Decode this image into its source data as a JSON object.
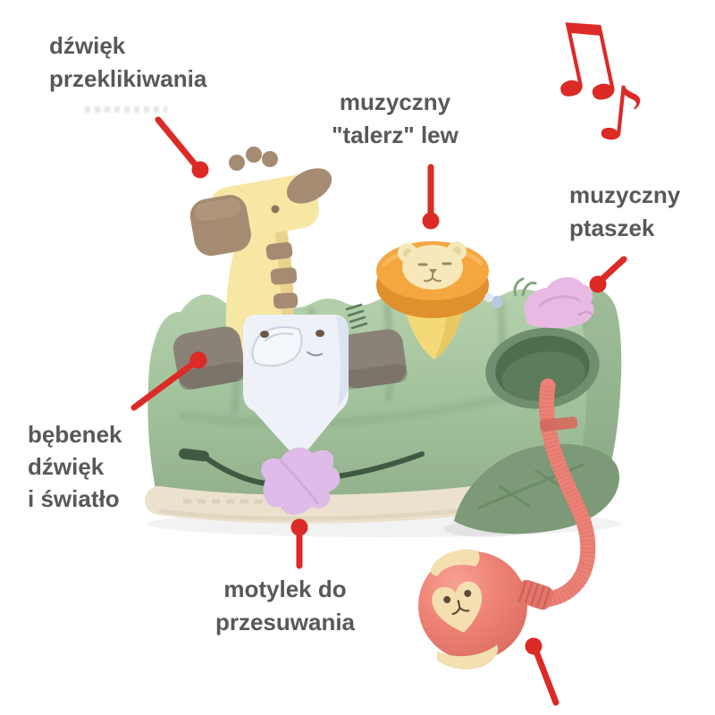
{
  "annotations": {
    "labels": [
      {
        "id": "click-sound",
        "lines": [
          "dźwięk",
          "przeklikiwania"
        ]
      },
      {
        "id": "musical-cymbal-lion",
        "lines": [
          "muzyczny",
          "\"talerz\" lew"
        ]
      },
      {
        "id": "musical-bird",
        "lines": [
          "muzyczny",
          "ptaszek"
        ]
      },
      {
        "id": "drum-sound-light",
        "lines": [
          "bębenek",
          "dźwięk",
          "i światło"
        ]
      },
      {
        "id": "butterfly-slide",
        "lines": [
          "motylek do",
          "przesuwania"
        ]
      }
    ]
  },
  "icons": {
    "beamed_note": "♫",
    "eighth_note": "♪"
  },
  "palette": {
    "accent-red": "#dc2a26",
    "label-text": "#57585a",
    "ghost-gray": "#c7c7c7",
    "base-green": "#a8c6a1",
    "base-green-dark": "#7e9e7a",
    "base-green-deep": "#3e5a42",
    "hole-rim": "#6f8f6e",
    "hole-inner": "#4f6e4e",
    "hole-floor": "#5c7c5b",
    "leaf-green": "#7c9a77",
    "leaf-vein": "#67885f",
    "cream-band": "#ece1cd",
    "cream-shade": "#d9cdb4",
    "pad-gray": "#8a8177",
    "pad-gray-dark": "#6e665e",
    "elephant-white": "#eef2f8",
    "elephant-shade": "#dde3f0",
    "elephant-line": "#c9d1e2",
    "giraffe-yellow": "#f6e7a4",
    "giraffe-shade": "#e9d38c",
    "giraffe-brown": "#a68b73",
    "lion-orange": "#f4a73f",
    "lion-orange-dark": "#e0902c",
    "lion-cream": "#f6e8ba",
    "lion-face": "#9b8a5e",
    "stem-yellow": "#f4d978",
    "stem-shade": "#e5c35c",
    "bird-pink": "#e8b9e2",
    "bird-line": "#d49fcd",
    "butterfly-purple": "#debbe9",
    "butterfly-shade": "#c9a3d8",
    "strap-coral": "#ec8176",
    "strap-dark": "#d5685e",
    "monkey-coral": "#ee8275",
    "monkey-cream": "#f3dfb0",
    "face-dark": "#5f4a3a",
    "vent-green": "#5d7a5e",
    "sprout-green": "#7fa57c",
    "bead-blue": "#b9c7dd",
    "bead-light": "#e2e8ef"
  }
}
